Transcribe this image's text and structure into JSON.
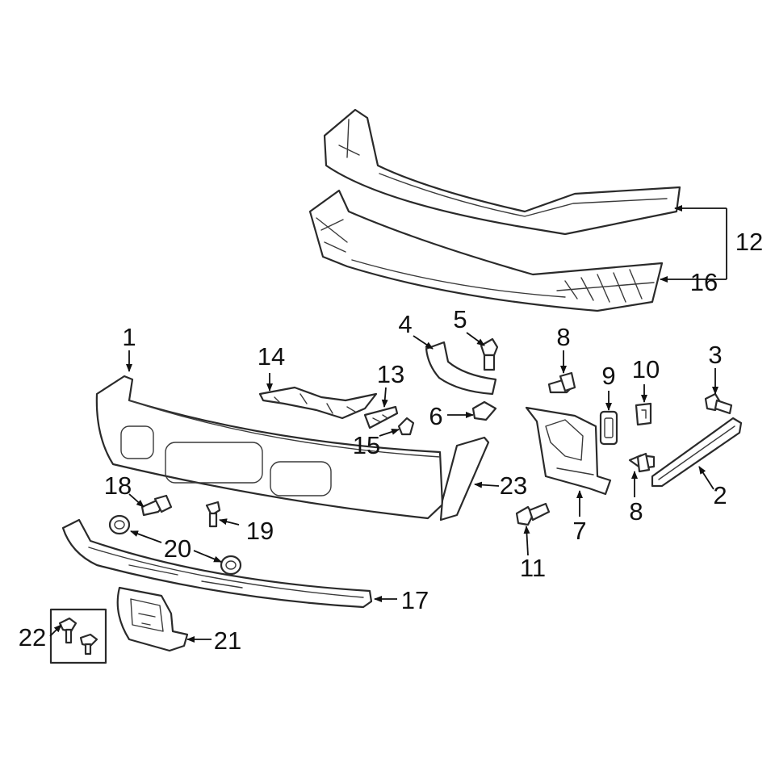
{
  "callouts": [
    {
      "id": "c1",
      "text": "1"
    },
    {
      "id": "c2",
      "text": "2"
    },
    {
      "id": "c3",
      "text": "3"
    },
    {
      "id": "c4",
      "text": "4"
    },
    {
      "id": "c5",
      "text": "5"
    },
    {
      "id": "c6",
      "text": "6"
    },
    {
      "id": "c7",
      "text": "7"
    },
    {
      "id": "c8a",
      "text": "8"
    },
    {
      "id": "c8b",
      "text": "8"
    },
    {
      "id": "c9",
      "text": "9"
    },
    {
      "id": "c10",
      "text": "10"
    },
    {
      "id": "c11",
      "text": "11"
    },
    {
      "id": "c12",
      "text": "12"
    },
    {
      "id": "c13",
      "text": "13"
    },
    {
      "id": "c14",
      "text": "14"
    },
    {
      "id": "c15",
      "text": "15"
    },
    {
      "id": "c16",
      "text": "16"
    },
    {
      "id": "c17",
      "text": "17"
    },
    {
      "id": "c18",
      "text": "18"
    },
    {
      "id": "c19",
      "text": "19"
    },
    {
      "id": "c20",
      "text": "20"
    },
    {
      "id": "c21",
      "text": "21"
    },
    {
      "id": "c22",
      "text": "22"
    },
    {
      "id": "c23",
      "text": "23"
    }
  ],
  "colors": {
    "line": "#2a2a2a",
    "background": "#ffffff"
  }
}
